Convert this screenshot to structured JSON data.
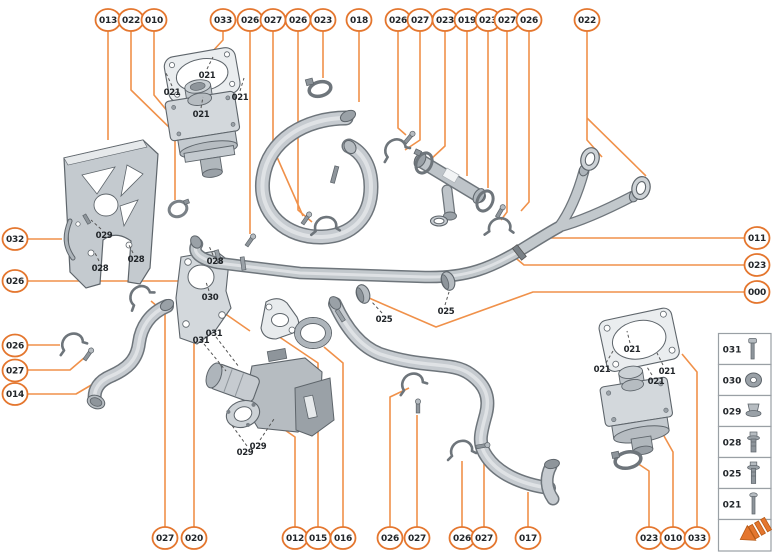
{
  "colors": {
    "accent": "#E4762E",
    "callout_line": "#F0914A",
    "part_fill": "#C6CBD0",
    "part_stroke": "#5E656B",
    "label_text": "#22262A",
    "legend_border": "#9AA0A5"
  },
  "badges": {
    "top": [
      {
        "label": "013"
      },
      {
        "label": "022"
      },
      {
        "label": "010"
      },
      {
        "label": "033"
      },
      {
        "label": "026"
      },
      {
        "label": "027"
      },
      {
        "label": "026"
      },
      {
        "label": "023"
      },
      {
        "label": "018"
      },
      {
        "label": "026"
      },
      {
        "label": "027"
      },
      {
        "label": "023"
      },
      {
        "label": "019"
      },
      {
        "label": "023"
      },
      {
        "label": "027"
      },
      {
        "label": "026"
      },
      {
        "label": "022"
      }
    ],
    "right": [
      {
        "label": "011"
      },
      {
        "label": "023"
      },
      {
        "label": "000"
      }
    ],
    "left": [
      {
        "label": "032"
      },
      {
        "label": "026"
      },
      {
        "label": "026"
      },
      {
        "label": "027"
      },
      {
        "label": "014"
      }
    ],
    "bottom": [
      {
        "label": "027"
      },
      {
        "label": "020"
      },
      {
        "label": "012"
      },
      {
        "label": "015"
      },
      {
        "label": "016"
      },
      {
        "label": "026"
      },
      {
        "label": "027"
      },
      {
        "label": "026"
      },
      {
        "label": "027"
      },
      {
        "label": "017"
      },
      {
        "label": "023"
      },
      {
        "label": "010"
      },
      {
        "label": "033"
      }
    ]
  },
  "part_labels": [
    {
      "text": "021"
    },
    {
      "text": "021"
    },
    {
      "text": "021"
    },
    {
      "text": "021"
    },
    {
      "text": "029"
    },
    {
      "text": "028"
    },
    {
      "text": "028"
    },
    {
      "text": "028"
    },
    {
      "text": "030"
    },
    {
      "text": "031"
    },
    {
      "text": "031"
    },
    {
      "text": "029"
    },
    {
      "text": "029"
    },
    {
      "text": "025"
    },
    {
      "text": "025"
    },
    {
      "text": "021"
    },
    {
      "text": "021"
    },
    {
      "text": "021"
    },
    {
      "text": "021"
    }
  ],
  "legend": {
    "rows": [
      {
        "label": "031",
        "icon": "bolt-long-icon"
      },
      {
        "label": "030",
        "icon": "washer-icon"
      },
      {
        "label": "029",
        "icon": "flange-nut-icon"
      },
      {
        "label": "028",
        "icon": "flange-bolt-icon"
      },
      {
        "label": "025",
        "icon": "flange-screw-icon"
      },
      {
        "label": "021",
        "icon": "machine-screw-icon"
      }
    ],
    "direction_arrow_icon": "front-direction-arrow-icon"
  }
}
